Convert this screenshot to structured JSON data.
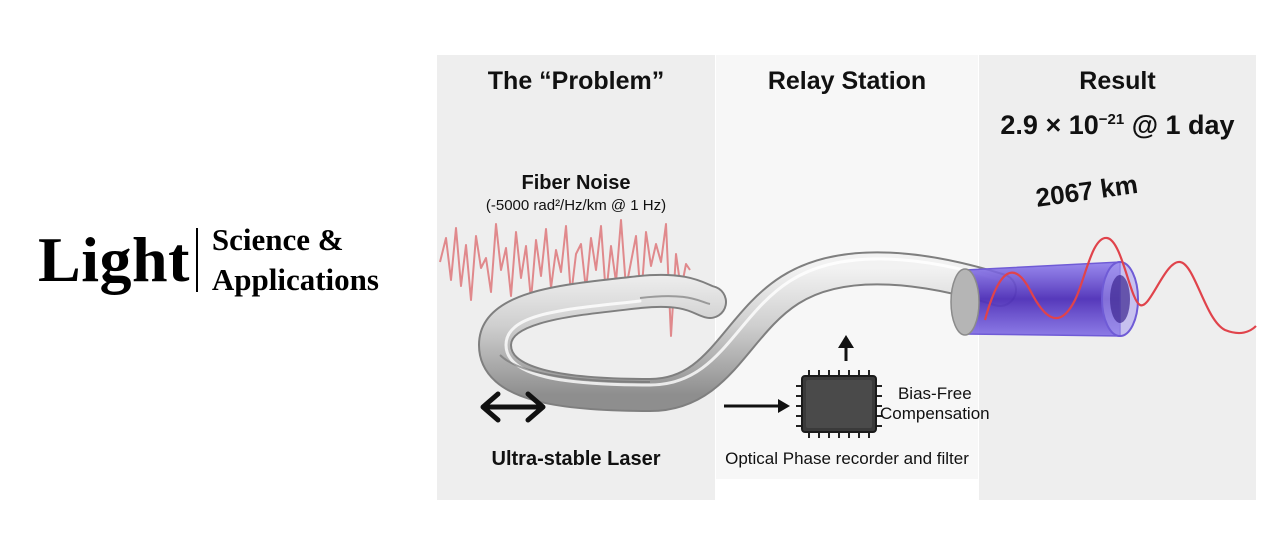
{
  "logo": {
    "word": "Light",
    "subtitle_line1": "Science &",
    "subtitle_line2": "Applications"
  },
  "panels": {
    "problem": {
      "title": "The “Problem”"
    },
    "relay": {
      "title": "Relay Station"
    },
    "result": {
      "title": "Result",
      "value_base": "2.9 × 10",
      "value_exponent": "−21",
      "value_suffix": " @ 1 day"
    }
  },
  "labels": {
    "fiber_noise": "Fiber Noise",
    "fiber_noise_spec": "(-5000 rad²/Hz/km @ 1 Hz)",
    "distance": "2067 km",
    "laser": "Ultra-stable Laser",
    "compensation_line1": "Bias-Free",
    "compensation_line2": "Compensation",
    "recorder": "Optical Phase recorder and filter"
  },
  "icons": [
    "double-arrow-icon",
    "right-arrow-icon",
    "up-arrow-icon",
    "chip-icon",
    "noise-waveform-icon",
    "fiber-cable-icon",
    "sine-wave-icon"
  ],
  "colors": {
    "noise": "#e0898c",
    "fiber": "#c9c9c9",
    "fiber_core": "#6a4fd1",
    "signal": "#e0434b"
  }
}
